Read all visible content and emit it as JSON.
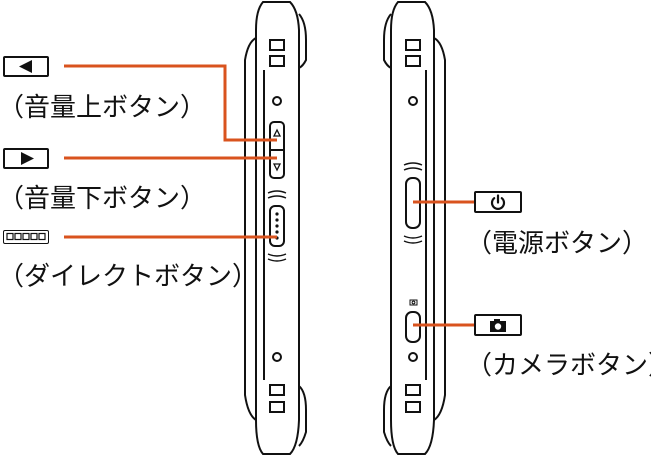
{
  "colors": {
    "leader": "#D9531E",
    "outline": "#111111",
    "body_fill": "#FFFFFF"
  },
  "left_labels": {
    "volume_up": "（音量上ボタン）",
    "volume_down": "（音量下ボタン）",
    "direct": "（ダイレクトボタン）"
  },
  "right_labels": {
    "power": "（電源ボタン）",
    "camera": "（カメラボタン）"
  },
  "icons": {
    "volume_up": "triangle-left-icon",
    "volume_down": "triangle-right-icon",
    "direct": "five-dots-icon",
    "power": "power-icon",
    "camera": "camera-icon"
  }
}
